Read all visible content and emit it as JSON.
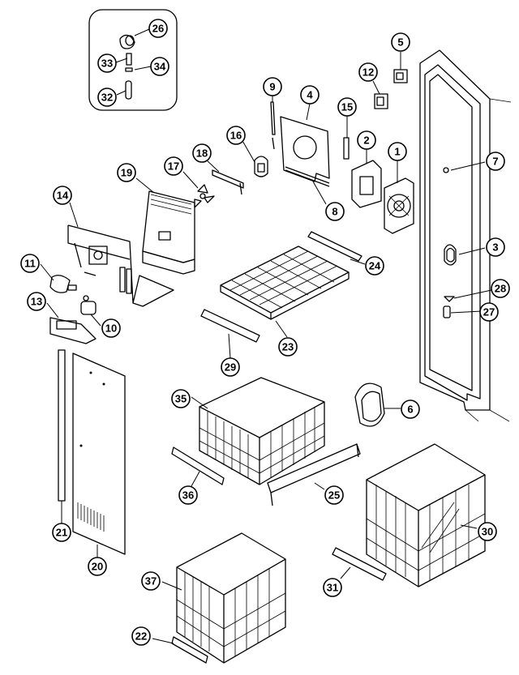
{
  "callouts": [
    {
      "id": "c1",
      "label": "1"
    },
    {
      "id": "c2",
      "label": "2"
    },
    {
      "id": "c3",
      "label": "3"
    },
    {
      "id": "c4",
      "label": "4"
    },
    {
      "id": "c5",
      "label": "5"
    },
    {
      "id": "c6",
      "label": "6"
    },
    {
      "id": "c7",
      "label": "7"
    },
    {
      "id": "c8",
      "label": "8"
    },
    {
      "id": "c9",
      "label": "9"
    },
    {
      "id": "c10",
      "label": "10"
    },
    {
      "id": "c11",
      "label": "11"
    },
    {
      "id": "c12",
      "label": "12"
    },
    {
      "id": "c13",
      "label": "13"
    },
    {
      "id": "c14",
      "label": "14"
    },
    {
      "id": "c15",
      "label": "15"
    },
    {
      "id": "c16",
      "label": "16"
    },
    {
      "id": "c17",
      "label": "17"
    },
    {
      "id": "c18",
      "label": "18"
    },
    {
      "id": "c19",
      "label": "19"
    },
    {
      "id": "c20",
      "label": "20"
    },
    {
      "id": "c21",
      "label": "21"
    },
    {
      "id": "c22",
      "label": "22"
    },
    {
      "id": "c23",
      "label": "23"
    },
    {
      "id": "c24",
      "label": "24"
    },
    {
      "id": "c25",
      "label": "25"
    },
    {
      "id": "c26",
      "label": "26"
    },
    {
      "id": "c27",
      "label": "27"
    },
    {
      "id": "c28",
      "label": "28"
    },
    {
      "id": "c29",
      "label": "29"
    },
    {
      "id": "c30",
      "label": "30"
    },
    {
      "id": "c31",
      "label": "31"
    },
    {
      "id": "c32",
      "label": "32"
    },
    {
      "id": "c33",
      "label": "33"
    },
    {
      "id": "c34",
      "label": "34"
    },
    {
      "id": "c35",
      "label": "35"
    },
    {
      "id": "c36",
      "label": "36"
    },
    {
      "id": "c37",
      "label": "37"
    }
  ]
}
